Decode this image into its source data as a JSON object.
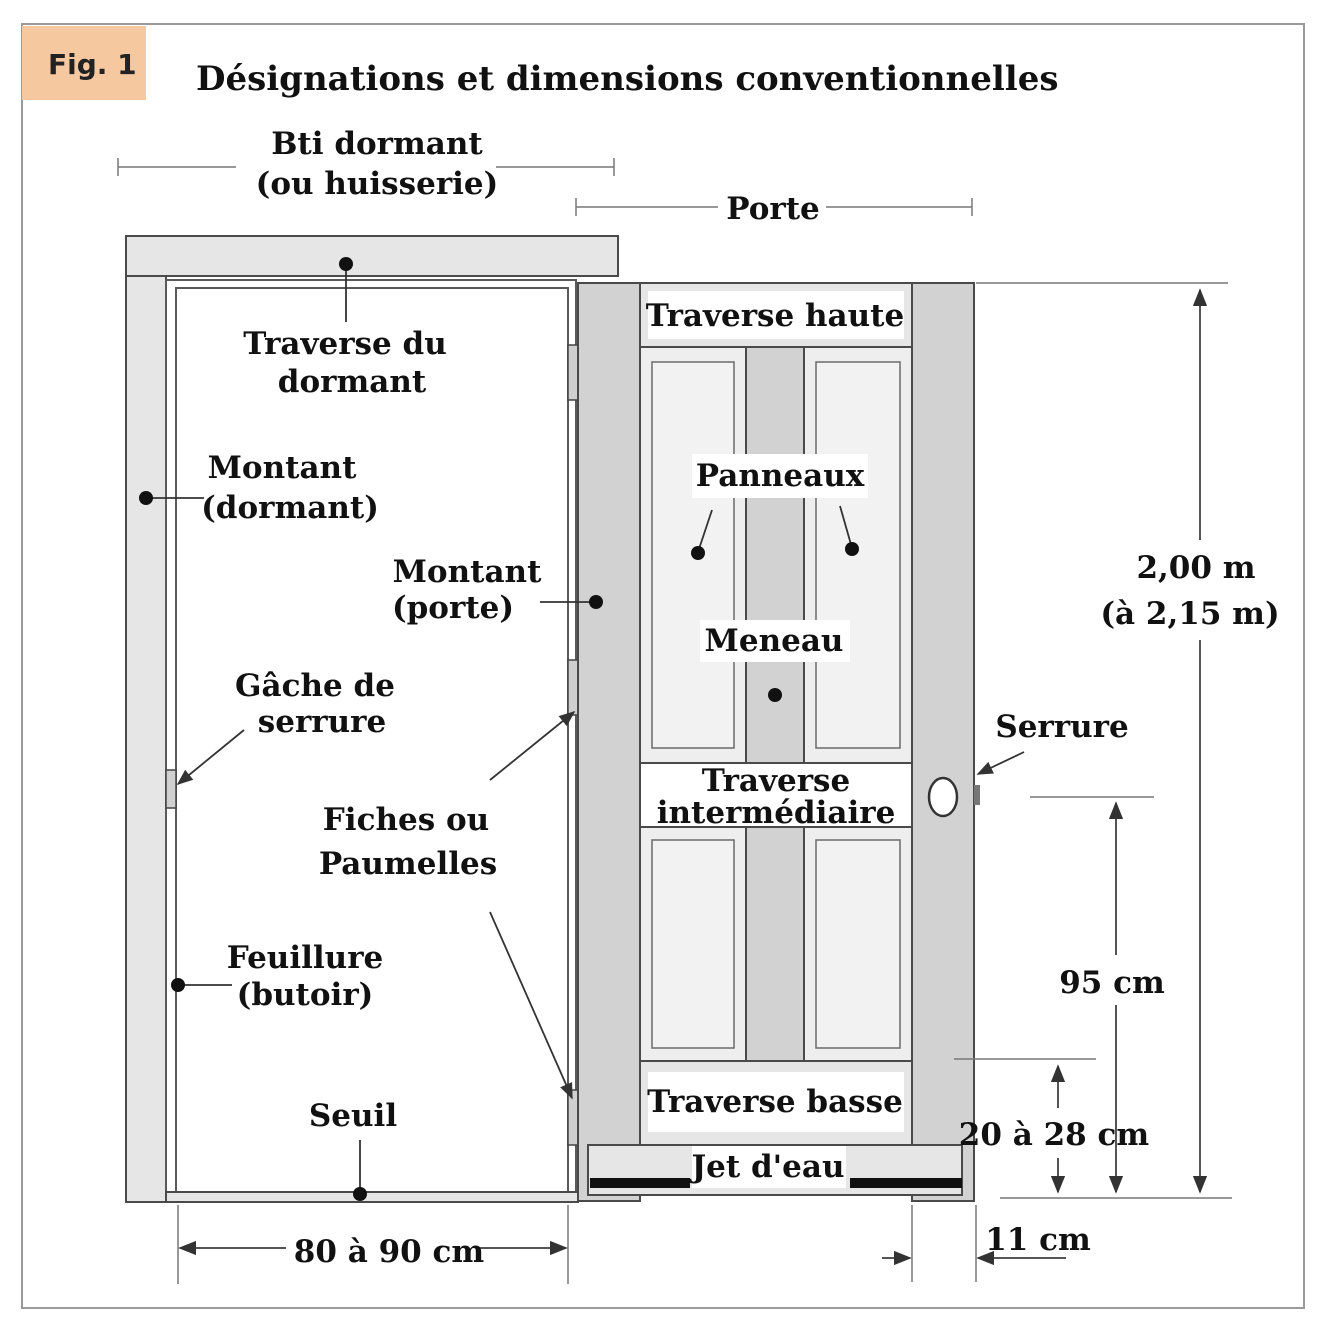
{
  "figure": {
    "badge": "Fig. 1",
    "title": "Désignations et dimensions conventionnelles"
  },
  "labels": {
    "bati_line1": "Bti   dormant",
    "bati_line2": "(ou huisserie)",
    "porte": "Porte",
    "traverse_dormant_1": "Traverse du",
    "traverse_dormant_2": "dormant",
    "montant_dormant_1": "Montant",
    "montant_dormant_2": "(dormant)",
    "montant_porte_1": "Montant",
    "montant_porte_2": "(porte)",
    "gache_1": "Gâche de",
    "gache_2": "serrure",
    "fiches_1": "Fiches ou",
    "fiches_2": "Paumelles",
    "feuillure_1": "Feuillure",
    "feuillure_2": "(butoir)",
    "seuil": "Seuil",
    "traverse_haute": "Traverse haute",
    "panneaux": "Panneaux",
    "meneau": "Meneau",
    "traverse_inter_1": "Traverse",
    "traverse_inter_2": "intermédiaire",
    "traverse_basse": "Traverse basse",
    "jet_eau": "Jet d'eau",
    "serrure": "Serrure"
  },
  "dimensions": {
    "hauteur_1": "2,00 m",
    "hauteur_2": "(à 2,15 m)",
    "hauteur_serrure": "95 cm",
    "hauteur_traverse_basse": "20 à 28 cm",
    "largeur_montant": "11 cm",
    "largeur_passage": "80 à 90 cm"
  }
}
